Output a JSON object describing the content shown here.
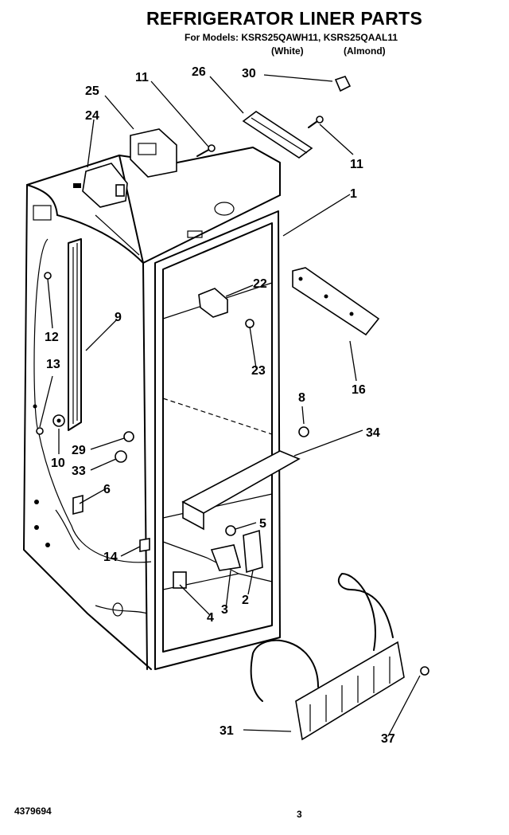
{
  "header": {
    "title": "REFRIGERATOR LINER PARTS",
    "models_line": "For Models: KSRS25QAWH11, KSRS25QAAL11",
    "variant_white": "(White)",
    "variant_almond": "(Almond)"
  },
  "callouts": [
    "30",
    "26",
    "11",
    "25",
    "24",
    "11",
    "1",
    "22",
    "12",
    "9",
    "23",
    "13",
    "16",
    "8",
    "34",
    "29",
    "10",
    "33",
    "6",
    "5",
    "14",
    "4",
    "3",
    "2",
    "31",
    "37"
  ],
  "footer": {
    "doc_number": "4379694",
    "page_number": "3"
  }
}
